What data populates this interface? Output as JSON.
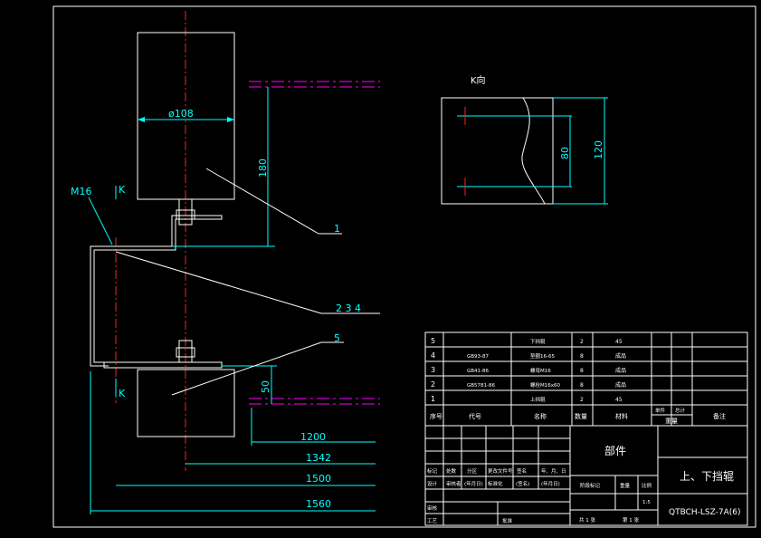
{
  "dimensions": {
    "dia108": "ø108",
    "d180": "180",
    "d50": "50",
    "d1200": "1200",
    "d1342": "1342",
    "d1500": "1500",
    "d1560": "1560",
    "d80": "80",
    "d120": "120"
  },
  "labels": {
    "thread": "M16",
    "section_mark_top": "K",
    "section_mark_bottom": "K",
    "view_title": "K向",
    "callout_1": "1",
    "callout_234": "2  3  4",
    "callout_5": "5"
  },
  "bom": {
    "rows": [
      {
        "no": "5",
        "code": "",
        "name": "下挡辊",
        "qty": "2",
        "material": "45",
        "remark": ""
      },
      {
        "no": "4",
        "code": "GB93-87",
        "name": "垫圈16-65",
        "qty": "8",
        "material": "成品",
        "remark": ""
      },
      {
        "no": "3",
        "code": "GB41-86",
        "name": "螺母M16",
        "qty": "8",
        "material": "成品",
        "remark": ""
      },
      {
        "no": "2",
        "code": "GB5781-86",
        "name": "螺栓M16x60",
        "qty": "8",
        "material": "成品",
        "remark": ""
      },
      {
        "no": "1",
        "code": "",
        "name": "上挡辊",
        "qty": "2",
        "material": "45",
        "remark": ""
      }
    ],
    "header": {
      "no": "序号",
      "code": "代号",
      "name": "名称",
      "qty": "数量",
      "material": "材料",
      "unit": "单件",
      "total": "总计",
      "weight": "重量",
      "remark": "备注"
    }
  },
  "title_block": {
    "category": "部件",
    "part_name": "上、下挡辊",
    "drawing_no": "QTBCH-LSZ-7A(6)",
    "scale": "1:5",
    "row_mark": "标记",
    "row_count": "处数",
    "row_zone": "分区",
    "row_change_no": "更改文件号",
    "row_sign": "签名",
    "row_date": "年、月、日",
    "row_design": "设计",
    "row_checker": "审核者",
    "row_sign_date": "(年月日)",
    "row_standard": "标准化",
    "row_sign2": "(签名)",
    "row_date2": "(年月日)",
    "row_review": "审核",
    "row_process": "工艺",
    "row_approve": "批准",
    "stage_mark": "阶段标记",
    "weight_label": "重量",
    "scale_label": "比例",
    "sheet_total": "共  1  张",
    "sheet_no": "第  1  张"
  }
}
